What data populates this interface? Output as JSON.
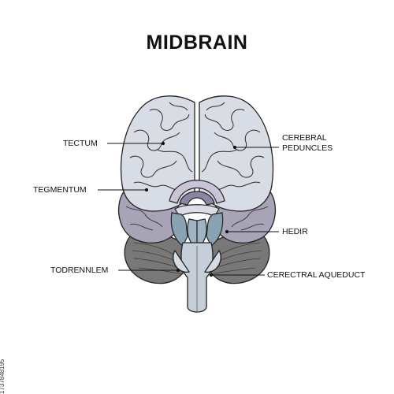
{
  "title": "MIDBRAIN",
  "labels": {
    "tectum": "TECTUM",
    "tegmentum": "TEGMENTUM",
    "todrennlem": "TODRENNLEM",
    "cerebral_peduncles_line1": "CEREBRAL",
    "cerebral_peduncles_line2": "PEDUNCLES",
    "hedir": "HEDIR",
    "cerectral_aqueduct": "CERECTRAL AQUEDUCT"
  },
  "watermark_id": "1737848195",
  "colors": {
    "cerebrum": "#d8dde5",
    "cerebrum_shadow": "#b9bfca",
    "temporal_lobe": "#a9a3b7",
    "blue_structures": "#8aa3b3",
    "cerebellum": "#7a7877",
    "brainstem": "#c5ced9",
    "outline": "#222222"
  }
}
